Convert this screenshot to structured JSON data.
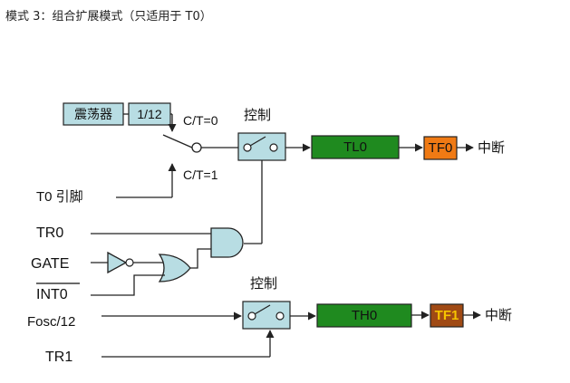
{
  "caption": "模式 3：组合扩展模式（只适用于 T0）",
  "blocks": {
    "oscillator": "震荡器",
    "divider": "1/12",
    "tl0": "TL0",
    "th0": "TH0",
    "tf0": "TF0",
    "tf1": "TF1"
  },
  "labels": {
    "ct0": "C/T=0",
    "ct1": "C/T=1",
    "control_top": "控制",
    "control_bottom": "控制",
    "interrupt_top": "中断",
    "interrupt_bottom": "中断",
    "t0_pin": "T0 引脚",
    "tr0": "TR0",
    "gate": "GATE",
    "int0": "INT0",
    "fosc": "Fosc/12",
    "tr1": "TR1"
  },
  "colors": {
    "block_fill": "#b8dde3",
    "counter_green": "#1f8a1f",
    "tf0_orange": "#f07a14",
    "tf1_brown": "#a04a14"
  }
}
